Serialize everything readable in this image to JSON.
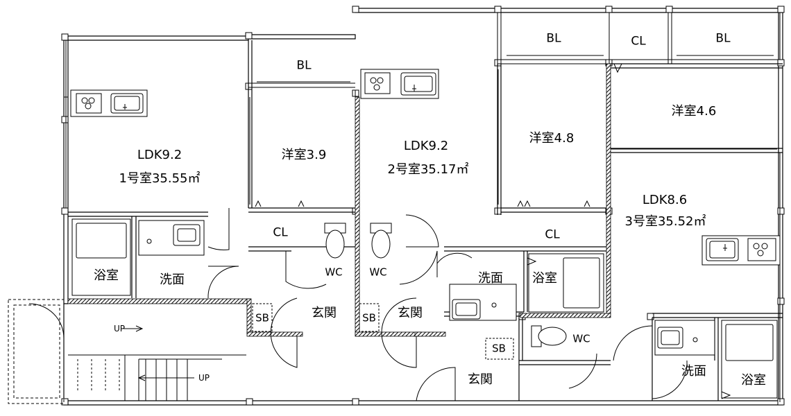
{
  "unit1": {
    "ldk": "LDK9.2",
    "area": "1号室35.55㎡",
    "western_room": "洋室3.9",
    "balcony": "BL",
    "closet": "CL",
    "toilet": "WC",
    "bath": "浴室",
    "washroom": "洗面",
    "entrance": "玄関",
    "shoe_box": "SB"
  },
  "unit2": {
    "ldk": "LDK9.2",
    "area": "2号室35.17㎡",
    "western_room": "洋室4.8",
    "balcony": "BL",
    "closet": "CL",
    "toilet": "WC",
    "bath": "浴室",
    "washroom": "洗面",
    "entrance": "玄関",
    "shoe_box": "SB"
  },
  "unit3": {
    "ldk": "LDK8.6",
    "area": "3号室35.52㎡",
    "western_room": "洋室4.6",
    "balcony": "BL",
    "closet": "CL",
    "toilet": "WC",
    "bath": "浴室",
    "washroom": "洗面",
    "entrance": "玄関",
    "shoe_box": "SB"
  },
  "stairs": {
    "up_label": "UP",
    "up_label_2": "UP"
  }
}
